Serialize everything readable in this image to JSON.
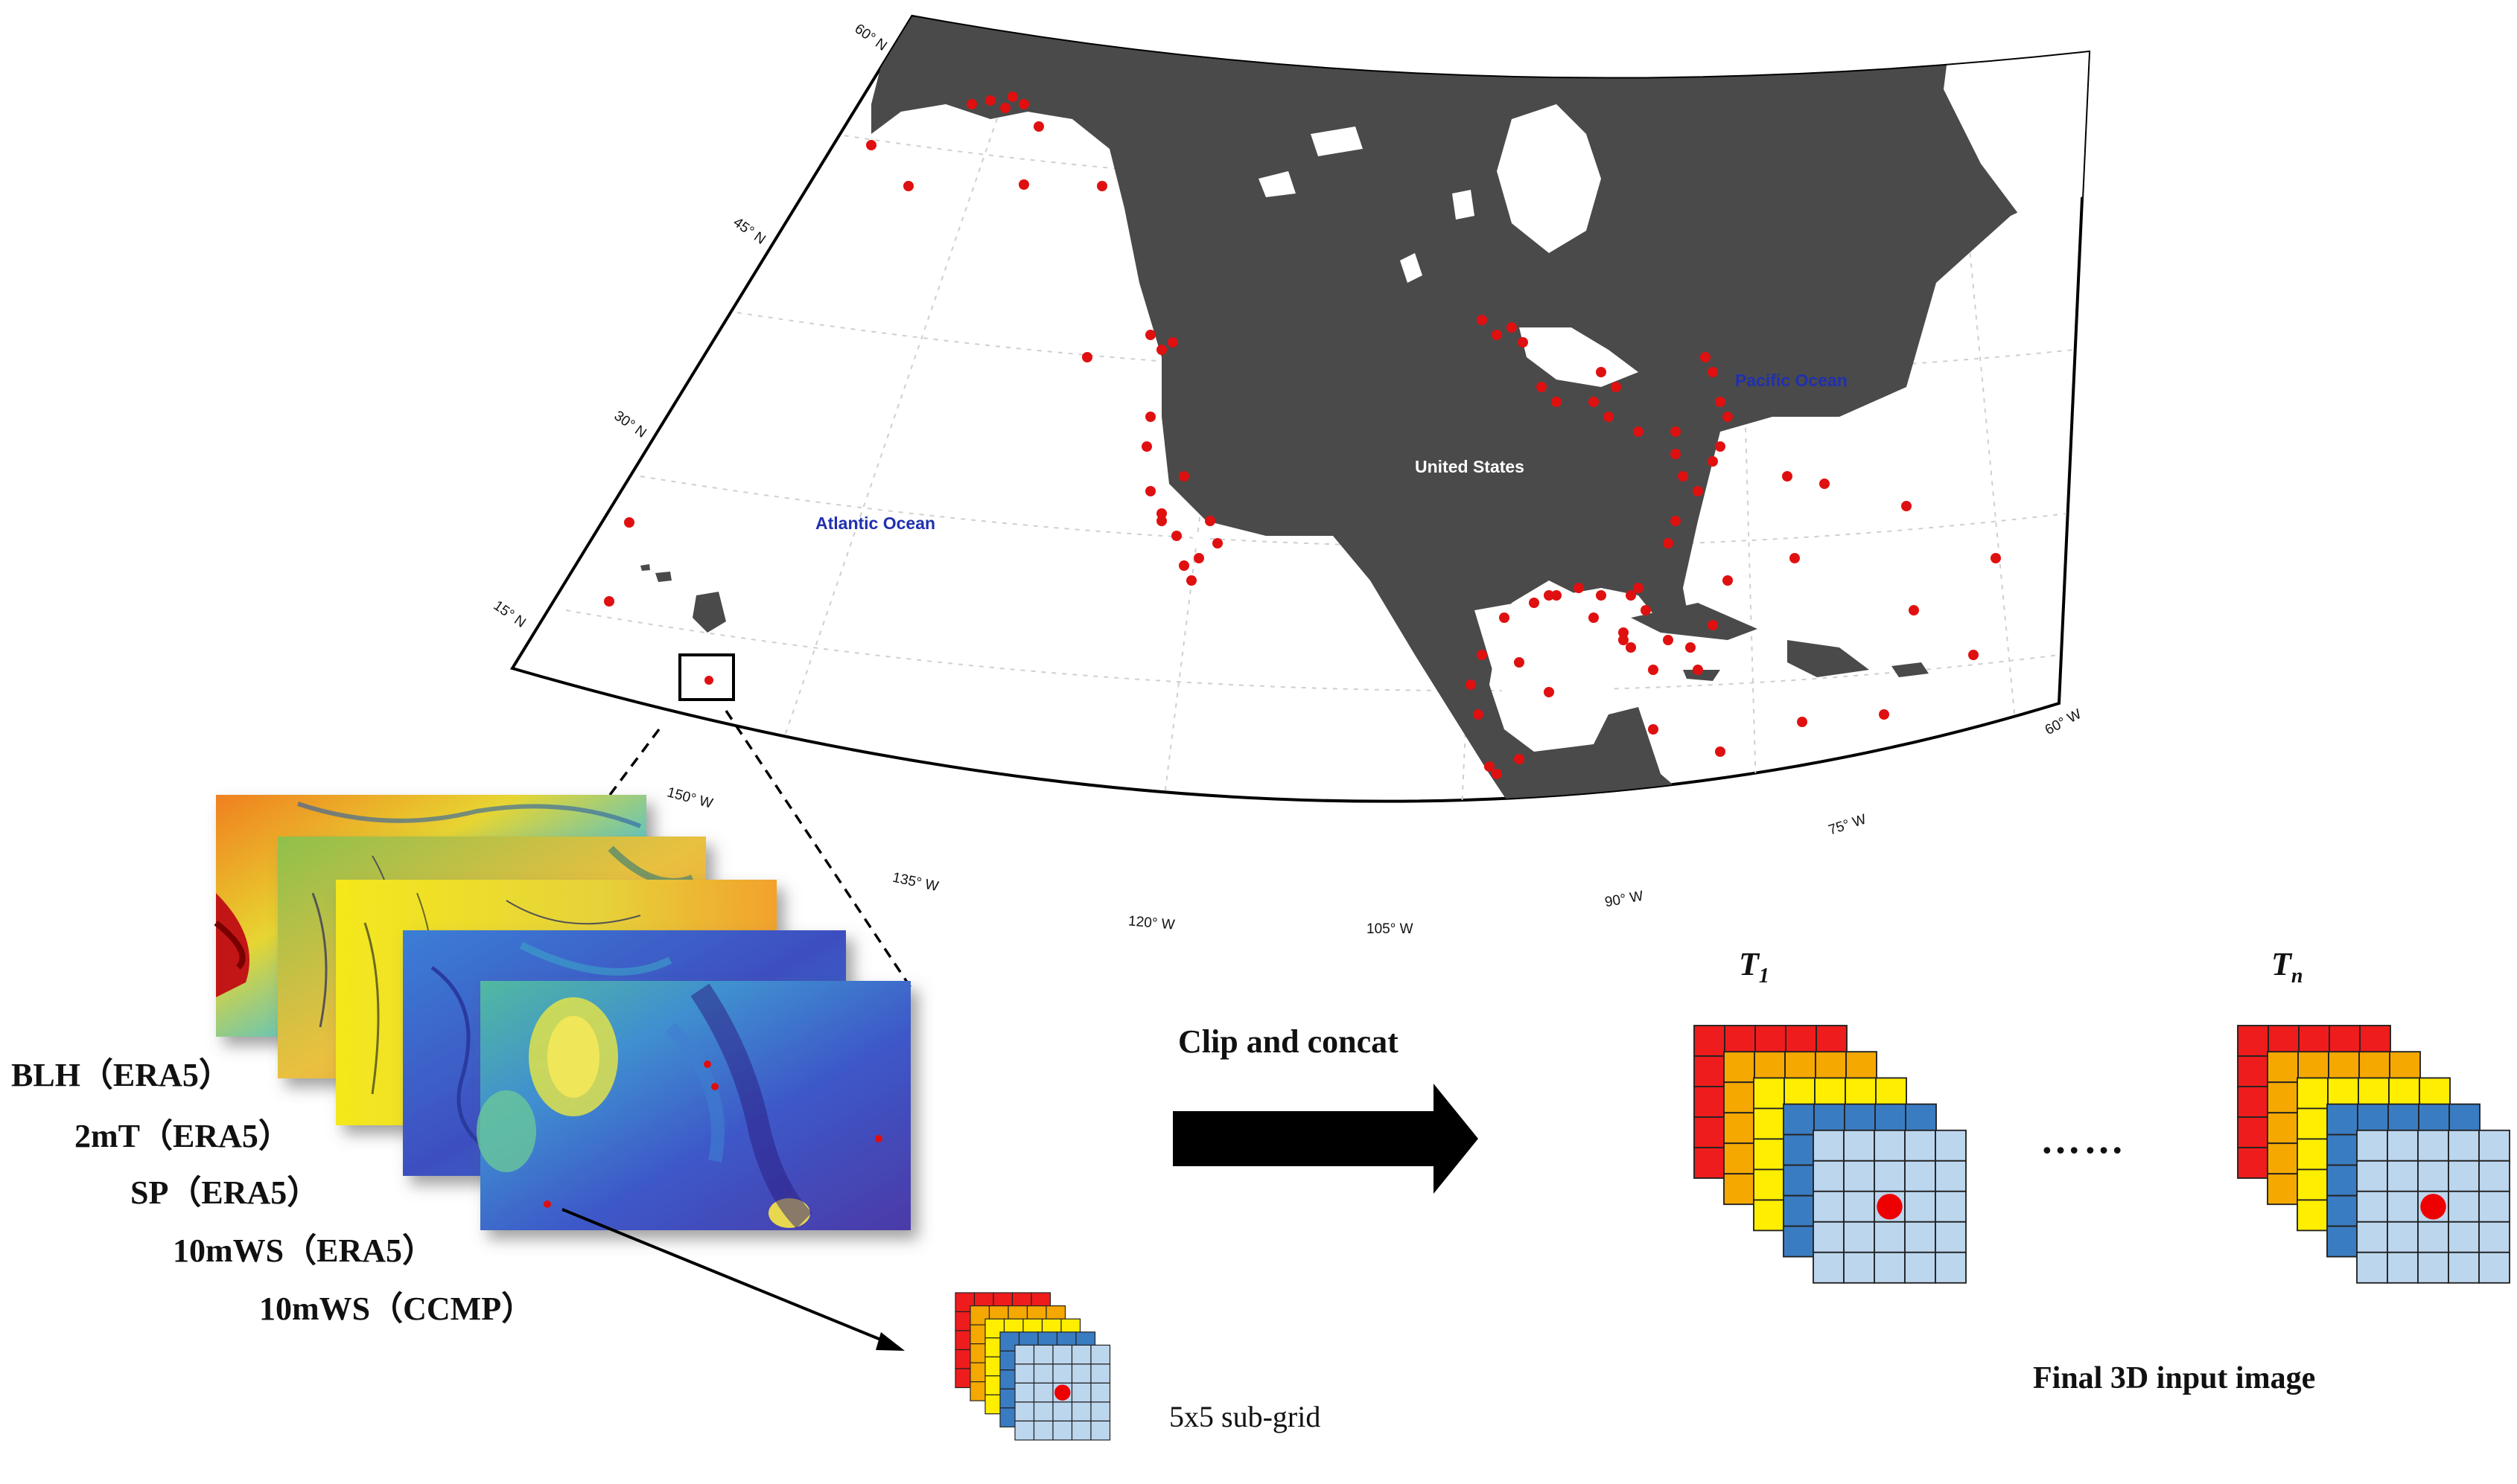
{
  "map": {
    "label_country": "United States",
    "label_ocean_left": "Atlantic Ocean",
    "label_ocean_right": "Pacific Ocean",
    "lat_labels": [
      "60° N",
      "45° N",
      "30° N",
      "15° N"
    ],
    "lon_labels": [
      "150° W",
      "135° W",
      "120° W",
      "105° W",
      "90° W",
      "75° W",
      "60° W"
    ],
    "land_color": "#4a4a4a",
    "station_color": "#e01010",
    "ocean_label_color": "#2030b0"
  },
  "variables": [
    {
      "label": "BLH（ERA5）"
    },
    {
      "label": "2mT（ERA5）"
    },
    {
      "label": "SP（ERA5）"
    },
    {
      "label": "10mWS（ERA5）"
    },
    {
      "label": "10mWS（CCMP）"
    }
  ],
  "arrow_label": "Clip and concat",
  "subgrid_label": "5x5 sub-grid",
  "time_labels": {
    "first": "T",
    "first_sub": "1",
    "last": "T",
    "last_sub": "n"
  },
  "ellipsis": "……",
  "final_label": "Final 3D input image",
  "layer_colors": [
    "#ee1c1c",
    "#f5a800",
    "#ffee00",
    "#3a7cc2",
    "#bcd6ee"
  ],
  "center_dot_color": "#ee0000"
}
